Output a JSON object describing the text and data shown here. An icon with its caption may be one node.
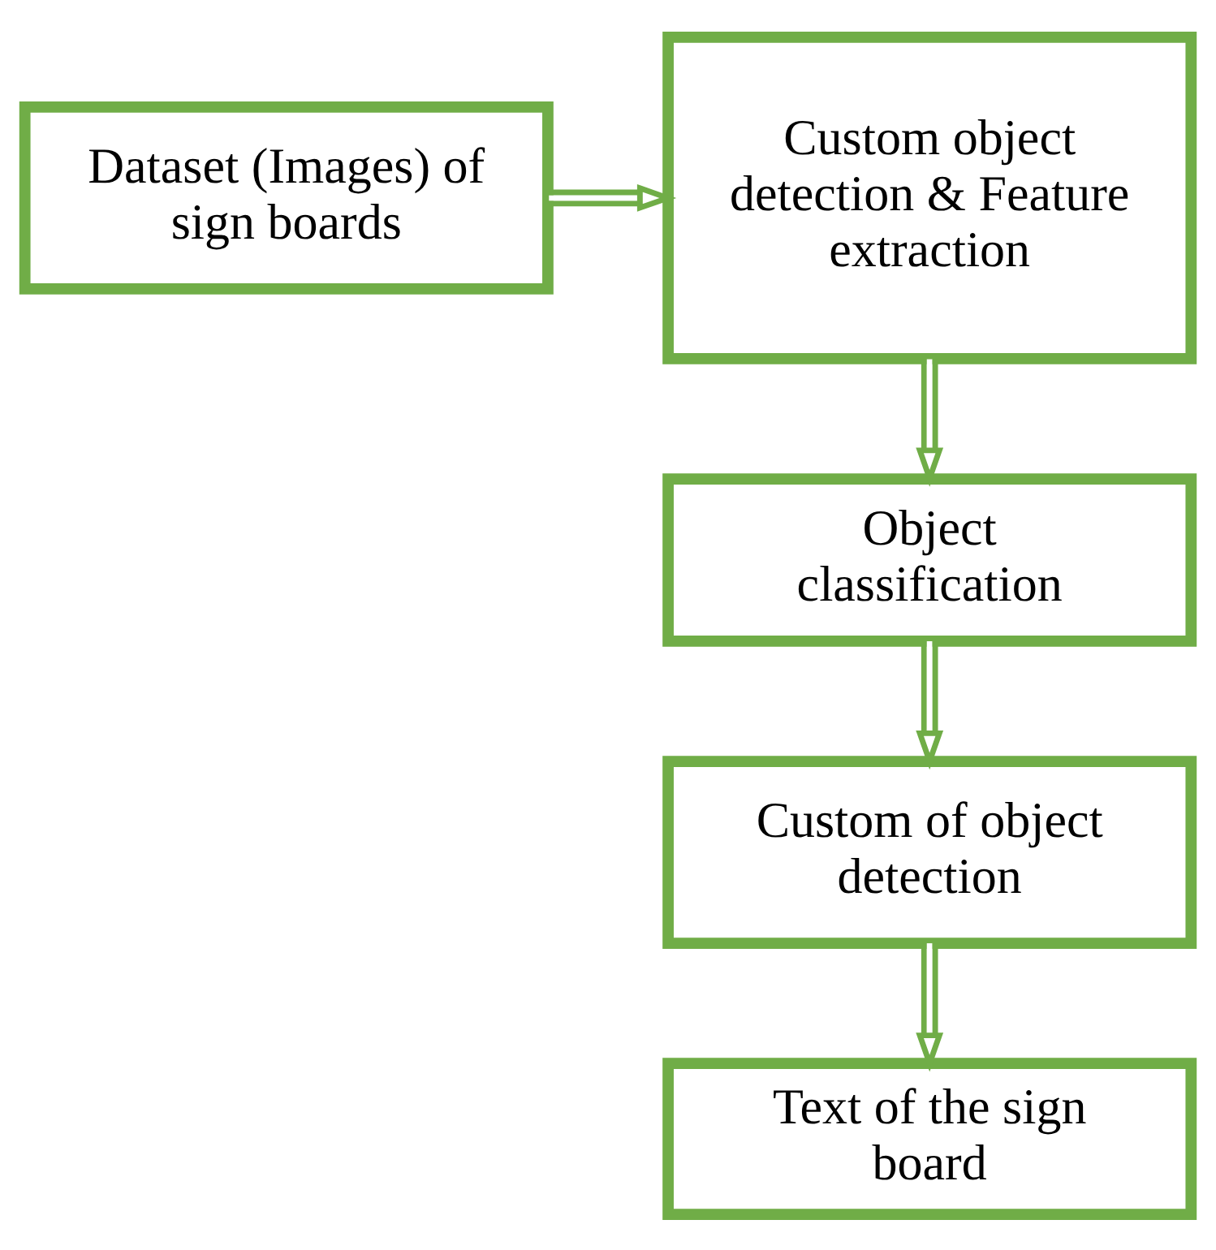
{
  "diagram": {
    "nodes": [
      {
        "text": [
          "Dataset (Images) of sign boards"
        ]
      },
      {
        "text": [
          "Custom object detection & Feature extraction"
        ]
      },
      {
        "text": [
          "Object classification"
        ]
      },
      {
        "text": [
          "Custom of object detection"
        ]
      },
      {
        "text": [
          "Text of the sign board"
        ]
      }
    ],
    "edges": [
      {
        "from": 0,
        "to": 1,
        "arrow": "to"
      },
      {
        "from": 1,
        "to": 2,
        "arrow": "to"
      },
      {
        "from": 2,
        "to": 3,
        "arrow": "to"
      },
      {
        "from": 3,
        "to": 4,
        "arrow": "to"
      }
    ]
  }
}
